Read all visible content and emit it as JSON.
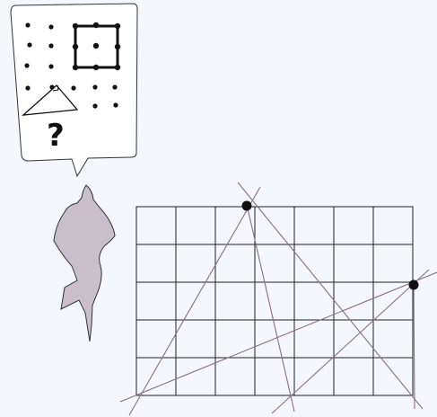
{
  "bubble": {
    "question_mark": "?"
  },
  "grid": {
    "columns": 7,
    "rows": 5,
    "marked_points": 2
  },
  "colors": {
    "background": "#f4f7fb",
    "figure_fill": "#c9bfcb",
    "line_color": "#8a7082",
    "grid_color": "#222222",
    "dot_color": "#111111"
  },
  "icons": {
    "figure": "thinking-person-icon",
    "bubble": "thought-bubble-icon"
  }
}
